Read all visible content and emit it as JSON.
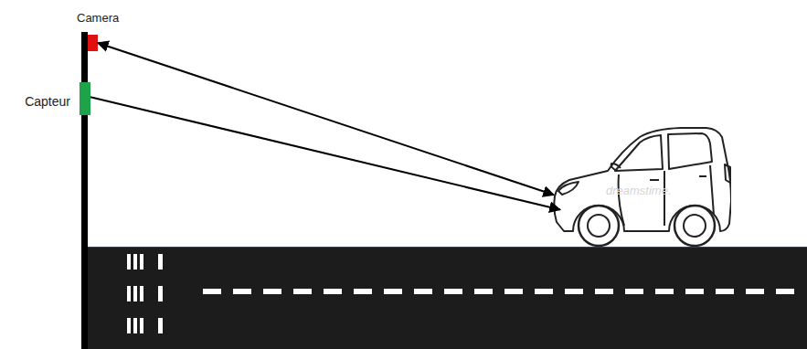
{
  "diagram": {
    "nodes": [
      {
        "text": [
          "Camera"
        ]
      },
      {
        "text": [
          "Capteur"
        ]
      },
      {
        "text": [
          "dreamstime."
        ]
      }
    ],
    "edges": [
      {
        "from": 0,
        "to": 2,
        "arrow": "both"
      },
      {
        "from": 1,
        "to": 2,
        "arrow": "to"
      }
    ]
  }
}
